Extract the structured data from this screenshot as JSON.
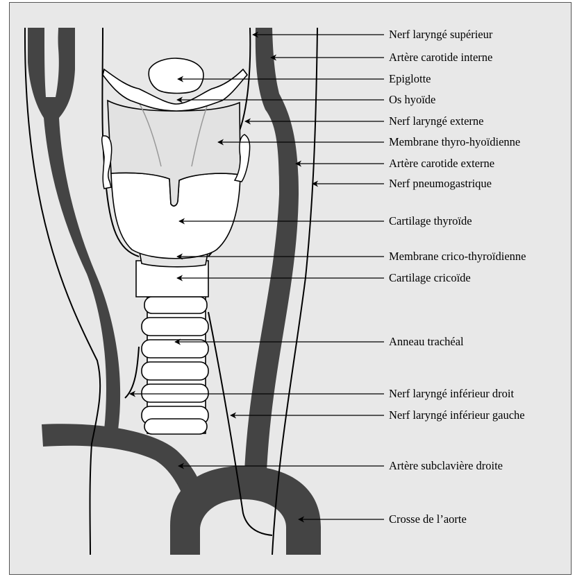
{
  "colors": {
    "background": "#e8e8e8",
    "vessel": "#444444",
    "cartilage": "#ffffff",
    "membrane": "#e6e6e6",
    "outline": "#000000"
  },
  "labels": [
    {
      "id": "nerf-larynge-superieur",
      "text": "Nerf laryngé supérieur"
    },
    {
      "id": "artere-carotide-interne",
      "text": "Artère carotide interne"
    },
    {
      "id": "epiglotte",
      "text": "Epiglotte"
    },
    {
      "id": "os-hyoide",
      "text": "Os hyoïde"
    },
    {
      "id": "nerf-larynge-externe",
      "text": "Nerf laryngé externe"
    },
    {
      "id": "membrane-thyro-hyoidienne",
      "text": "Membrane thyro-hyoïdienne"
    },
    {
      "id": "artere-carotide-externe",
      "text": "Artère carotide externe"
    },
    {
      "id": "nerf-pneumogastrique",
      "text": "Nerf pneumogastrique"
    },
    {
      "id": "cartilage-thyroide",
      "text": "Cartilage thyroïde"
    },
    {
      "id": "membrane-crico-thyroidienne",
      "text": "Membrane crico-thyroïdienne"
    },
    {
      "id": "cartilage-cricoide",
      "text": "Cartilage cricoïde"
    },
    {
      "id": "anneau-tracheal",
      "text": "Anneau trachéal"
    },
    {
      "id": "nerf-larynge-inferieur-droit",
      "text": "Nerf laryngé inférieur droit"
    },
    {
      "id": "nerf-larynge-inferieur-gauche",
      "text": "Nerf laryngé inférieur gauche"
    },
    {
      "id": "artere-subclaviere-droite",
      "text": "Artère subclavière droite"
    },
    {
      "id": "crosse-de-l-aorte",
      "text": "Crosse de l’aorte"
    }
  ]
}
